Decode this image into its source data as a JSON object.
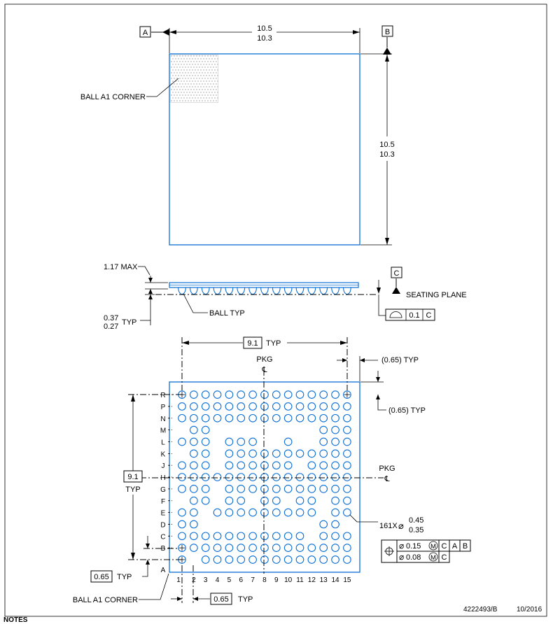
{
  "top_view": {
    "width_dim": [
      "10.5",
      "10.3"
    ],
    "height_dim": [
      "10.5",
      "10.3"
    ],
    "ball_a1_corner_label": "BALL A1 CORNER"
  },
  "datums": {
    "a": "A",
    "b": "B",
    "c": "C"
  },
  "side_view": {
    "max_height_label": "1.17 MAX",
    "ball_height_dim": [
      "0.37",
      "0.27"
    ],
    "ball_height_suffix": "TYP",
    "ball_typ_label": "BALL TYP",
    "seating_plane_label": "SEATING PLANE",
    "flatness_value": "0.1",
    "flatness_datum": "C"
  },
  "bottom_view": {
    "span_width": "9.1",
    "span_width_suffix": "TYP",
    "span_height": "9.1",
    "span_height_suffix": "TYP",
    "pkg_label": "PKG",
    "centerline_symbol": "℄",
    "edge_offset_label": "(0.65) TYP",
    "pitch_value": "0.65",
    "pitch_suffix": "TYP",
    "ball_count_prefix": "161X",
    "ball_diameter_dim": [
      "0.45",
      "0.35"
    ],
    "position_tolerance": [
      {
        "value": "0.15",
        "datums": [
          "C",
          "A",
          "B"
        ]
      },
      {
        "value": "0.08",
        "datums": [
          "C"
        ]
      }
    ],
    "ball_a1_corner_label": "BALL A1 CORNER",
    "rows": [
      "A",
      "B",
      "C",
      "D",
      "E",
      "F",
      "G",
      "H",
      "J",
      "K",
      "L",
      "M",
      "N",
      "P",
      "R"
    ],
    "columns": [
      "1",
      "2",
      "3",
      "4",
      "5",
      "6",
      "7",
      "8",
      "9",
      "10",
      "11",
      "12",
      "13",
      "14",
      "15"
    ],
    "ball_map": [
      "101111111111111",
      "111111111111111",
      "111111111110111",
      "110000000000110",
      "110111111111011",
      "011011011011011",
      "111011111111111",
      "111111111111111",
      "111011111101111",
      "011011111111111",
      "111011100100111",
      "011000000000111",
      "111111111111111",
      "111111111111111",
      "111111111111111"
    ]
  },
  "drawing_number": "4222493/B",
  "revision_date": "10/2016",
  "notes_heading": "NOTES"
}
